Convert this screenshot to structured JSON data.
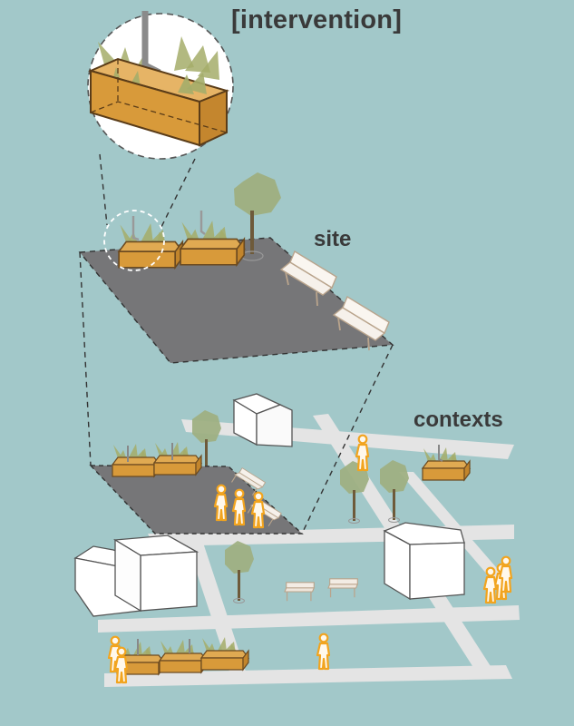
{
  "labels": {
    "intervention": "[intervention]",
    "site": "site",
    "contexts": "contexts"
  },
  "colors": {
    "background": "#a2c8c9",
    "road": "#e4e4e4",
    "site_plaza": "#767678",
    "planter_wood": "#d89a3a",
    "planter_edge": "#6b4a20",
    "plant_green": "#a4ad6a",
    "tree_canopy": "#9fb083",
    "tree_trunk": "#6e5a3a",
    "building_face": "#ffffff",
    "building_edge": "#555555",
    "pedestrian_glow": "#f2a41e",
    "bench": "#d4c0a8"
  },
  "icons": [
    "planter-icon",
    "tree-icon",
    "bench-icon",
    "pedestrian-icon",
    "building-icon",
    "downspout-icon"
  ]
}
